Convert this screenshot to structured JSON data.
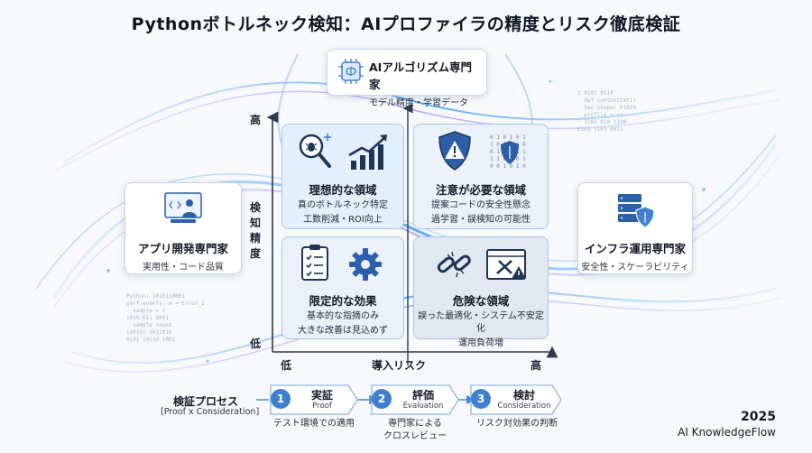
{
  "title": "Pythonボトルネック検知：AIプロファイラの精度とリスク徹底検証",
  "experts": {
    "ai": {
      "title": "AIアルゴリズム専門家",
      "subtitle": "モデル精度・学習データ"
    },
    "app": {
      "title": "アプリ開発専門家",
      "subtitle": "実用性・コード品質"
    },
    "infra": {
      "title": "インフラ運用専門家",
      "subtitle": "安全性・スケーラビリティ"
    }
  },
  "axes": {
    "y_label": "検知精度",
    "y_high": "高",
    "y_low": "低",
    "x_label": "導入リスク",
    "x_low": "低",
    "x_high": "高"
  },
  "quadrants": {
    "ideal": {
      "title": "理想的な領域",
      "line1": "真のボトルネック特定",
      "line2": "工数削減・ROI向上"
    },
    "caution": {
      "title": "注意が必要な領域",
      "line1": "提案コードの安全性懸念",
      "line2": "過学習・誤検知の可能性"
    },
    "limited": {
      "title": "限定的な効果",
      "line1": "基本的な指摘のみ",
      "line2": "大きな改善は見込めず"
    },
    "danger": {
      "title": "危険な領域",
      "line1": "誤った最適化・システム不安定化",
      "line2": "運用負荷増"
    }
  },
  "process": {
    "title": "検証プロセス",
    "subtitle": "[Proof x Consideration]",
    "steps": [
      {
        "num": "1",
        "label": "実証",
        "en": "Proof",
        "desc1": "テスト環境での適用",
        "desc2": ""
      },
      {
        "num": "2",
        "label": "評価",
        "en": "Evaluation",
        "desc1": "専門家による",
        "desc2": "クロスレビュー"
      },
      {
        "num": "3",
        "label": "検討",
        "en": "Consideration",
        "desc1": "リスク対効果の判断",
        "desc2": ""
      }
    ]
  },
  "footer": {
    "year": "2025",
    "brand": "AI KnowledgeFlow"
  },
  "ghost_code": {
    "left": "Python: 1010110001\nperf.events: m = Error_1\n  sample = c\n1010 011 0001\n  sample_count\n100101 1011010\n0101 10110 1001",
    "right": "1 0101 0110\n  def contextlet()\n  two shape: 01010\n  profile = ro\n  1101 010 1100\n0101 1101 0011"
  },
  "colors": {
    "accent": "#3f7fd1",
    "ideal_bg": "#e3f0fc",
    "danger_bg": "#e2e8f0"
  }
}
